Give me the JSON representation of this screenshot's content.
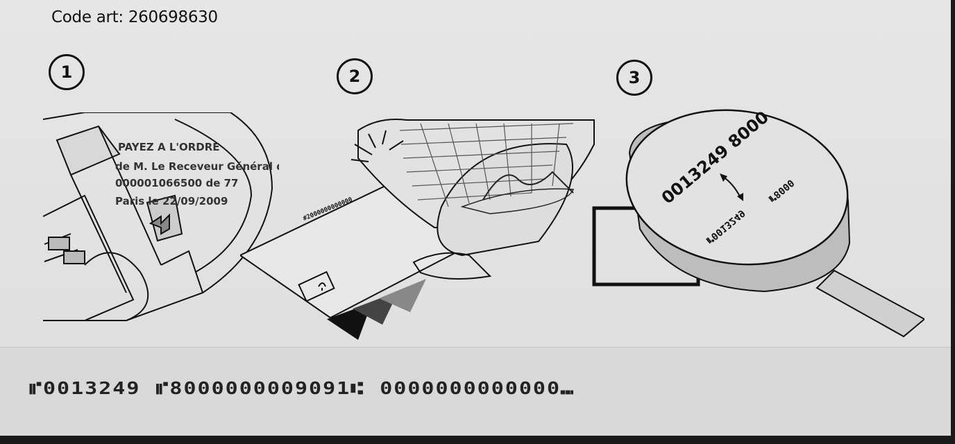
{
  "header": {
    "code_art": "Code art: 260698630"
  },
  "steps": [
    "1",
    "2",
    "3"
  ],
  "cheque_overlay": {
    "line1": "PAYEZ A L'ORDRE",
    "line2": "de M. Le Receveur Général des Finances",
    "line3": "000001066500 de 77",
    "line4": "Paris le 22/09/2009"
  },
  "card_strip_number": "#2000000000000",
  "magnifier": {
    "top_line": "0013249 8000",
    "mirrored_top": "⑈8000",
    "mirrored_bottom": "⑈0013249"
  },
  "micr_line": {
    "field1": "⑈0013249",
    "field2": "⑈8000000009091⑆",
    "field3": "0000000000000⑉"
  },
  "colors": {
    "ink": "#111111",
    "paper": "#e3e3e3",
    "shadow_band": "#d9d9d9"
  }
}
